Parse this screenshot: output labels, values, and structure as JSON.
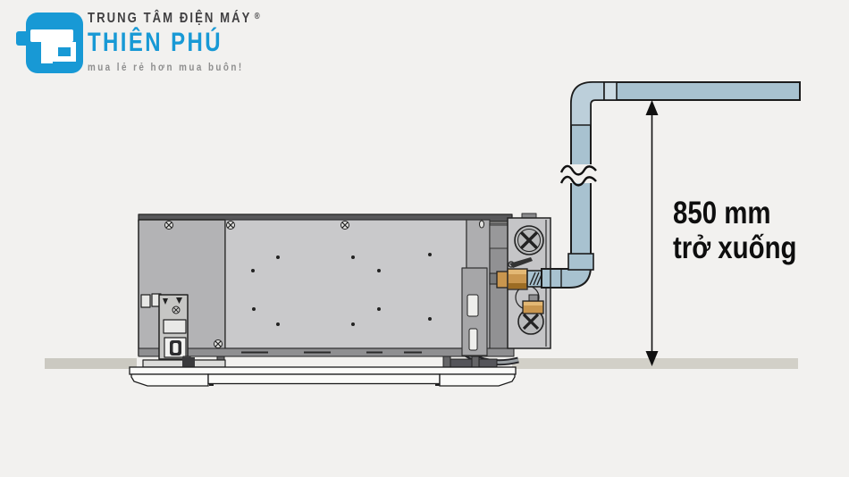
{
  "brand": {
    "line1": "TRUNG TÂM ĐIỆN MÁY",
    "registered": "®",
    "name": "THIÊN PHÚ",
    "tagline": "mua lẻ rẻ hơn mua buôn!",
    "colors": {
      "blue": "#1899d5",
      "dark_text": "#414042",
      "tagline_gray": "#8e8e8e"
    }
  },
  "dimension": {
    "line1": "850 mm",
    "line2": "trở xuống"
  },
  "diagram": {
    "subject": "ceiling-concealed indoor unit with drain pipe riser",
    "colors": {
      "background": "#f2f1ef",
      "ceiling_band": "#cbc9c1",
      "pipe_blue": "#a8c2d0",
      "pipe_fitting_light": "#ccdbe3",
      "brass_valve": "#c9964e",
      "unit_panel_light": "#c9c9cb",
      "unit_control_box": "#b3b3b5",
      "outline": "#1c1c1c"
    }
  }
}
